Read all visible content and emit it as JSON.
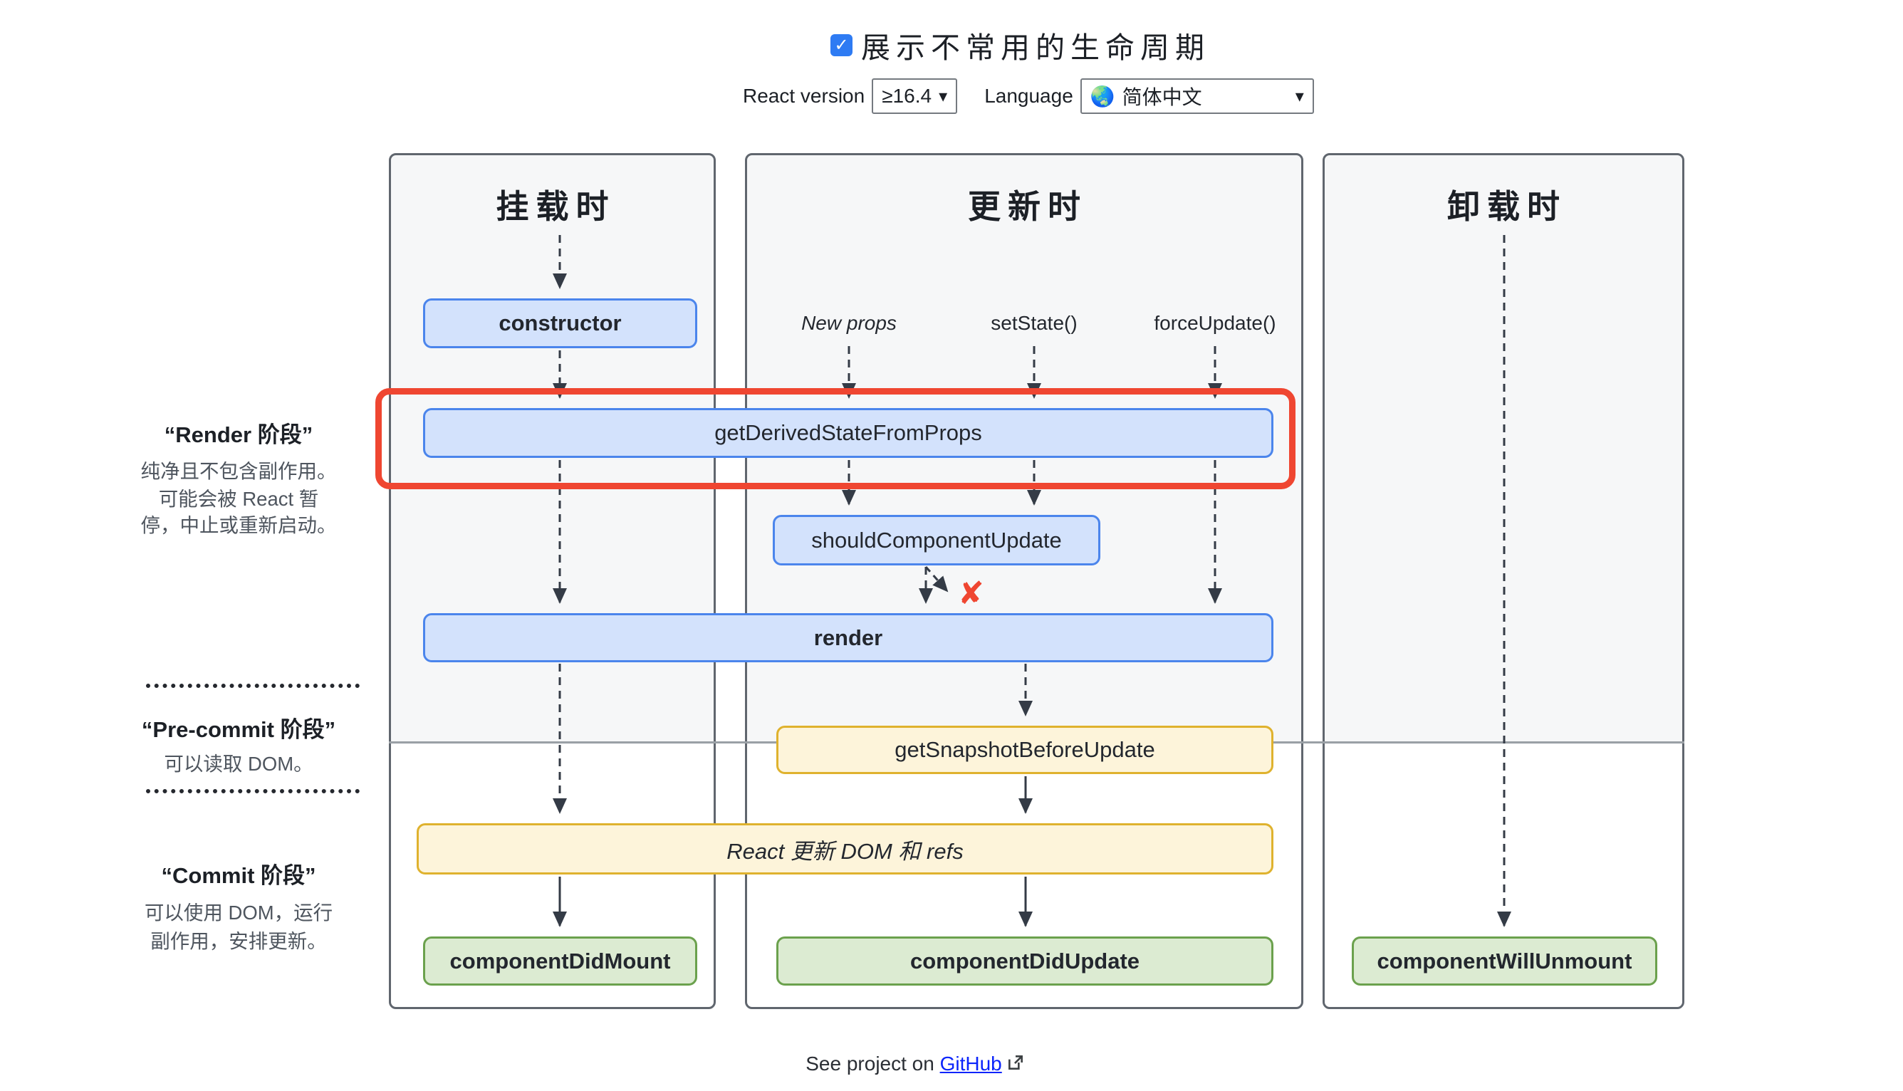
{
  "header": {
    "show_uncommon_checked": true,
    "title": "展示不常用的生命周期"
  },
  "controls": {
    "react_version_label": "React version",
    "react_version_value": "≥16.4",
    "language_label": "Language",
    "language_value": "简体中文"
  },
  "icons": {
    "checkbox_check": "✓",
    "dropdown_arrow": "▾",
    "globe": "🌏",
    "red_cross": "✘"
  },
  "phases": [
    {
      "title": "“Render 阶段”",
      "lines": [
        "纯净且不包含副作用。",
        "可能会被 React 暂",
        "停，中止或重新启动。"
      ]
    },
    {
      "title": "“Pre-commit 阶段”",
      "lines": [
        "可以读取 DOM。"
      ]
    },
    {
      "title": "“Commit 阶段”",
      "lines": [
        "可以使用 DOM，运行",
        "副作用，安排更新。"
      ]
    }
  ],
  "columns": [
    {
      "title": "挂载时"
    },
    {
      "title": "更新时"
    },
    {
      "title": "卸载时"
    }
  ],
  "triggers": {
    "new_props": "New props",
    "set_state": "setState()",
    "force_update": "forceUpdate()"
  },
  "methods": {
    "constructor": "constructor",
    "get_derived_state_from_props": "getDerivedStateFromProps",
    "should_component_update": "shouldComponentUpdate",
    "render": "render",
    "get_snapshot_before_update": "getSnapshotBeforeUpdate",
    "react_updates_dom": "React 更新 DOM 和 refs",
    "component_did_mount": "componentDidMount",
    "component_did_update": "componentDidUpdate",
    "component_will_unmount": "componentWillUnmount"
  },
  "footer": {
    "prefix": "See project on ",
    "link_label": "GitHub"
  },
  "colors": {
    "blue_fill": "#d3e2fc",
    "blue_border": "#4b85ec",
    "yellow_fill": "#fdf4da",
    "yellow_border": "#dfb22e",
    "green_fill": "#dcebd2",
    "green_border": "#6ba14d",
    "red": "#ef4631",
    "checkbox_blue": "#2e7bf3",
    "link_blue": "#0b24fb",
    "text_dark": "#1c2026",
    "text_gray": "#4e555e",
    "panel_bg": "#f6f7f8",
    "panel_border": "#60666e",
    "split_line": "#9aa0a6",
    "line_dark": "#343b46"
  }
}
